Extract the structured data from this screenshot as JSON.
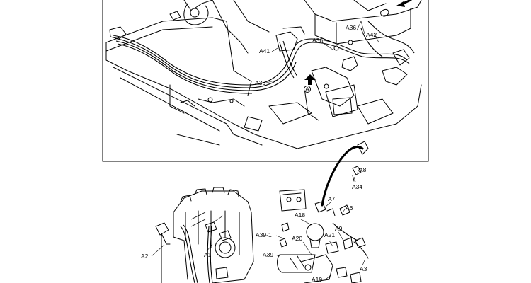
{
  "figure": {
    "top_view": {
      "callouts": [
        {
          "id": "c-a36-top",
          "text": "A36"
        },
        {
          "id": "c-a42",
          "text": "A42"
        },
        {
          "id": "c-a36-mid",
          "text": "A36"
        },
        {
          "id": "c-a41",
          "text": "A41"
        },
        {
          "id": "c-a36-low",
          "text": "A36"
        }
      ],
      "view_marker": "A"
    },
    "bottom_view": {
      "callouts": [
        {
          "id": "c-a8",
          "text": "A8"
        },
        {
          "id": "c-a34",
          "text": "A34"
        },
        {
          "id": "c-a7",
          "text": "A7"
        },
        {
          "id": "c-a6",
          "text": "A6"
        },
        {
          "id": "c-a18",
          "text": "A18"
        },
        {
          "id": "c-a9",
          "text": "A9"
        },
        {
          "id": "c-a21",
          "text": "A21"
        },
        {
          "id": "c-a39-1",
          "text": "A39-1"
        },
        {
          "id": "c-a20",
          "text": "A20"
        },
        {
          "id": "c-a39",
          "text": "A39"
        },
        {
          "id": "c-a2",
          "text": "A2"
        },
        {
          "id": "c-a1",
          "text": "A1"
        },
        {
          "id": "c-a3",
          "text": "A3"
        },
        {
          "id": "c-a19",
          "text": "A19"
        }
      ]
    }
  }
}
